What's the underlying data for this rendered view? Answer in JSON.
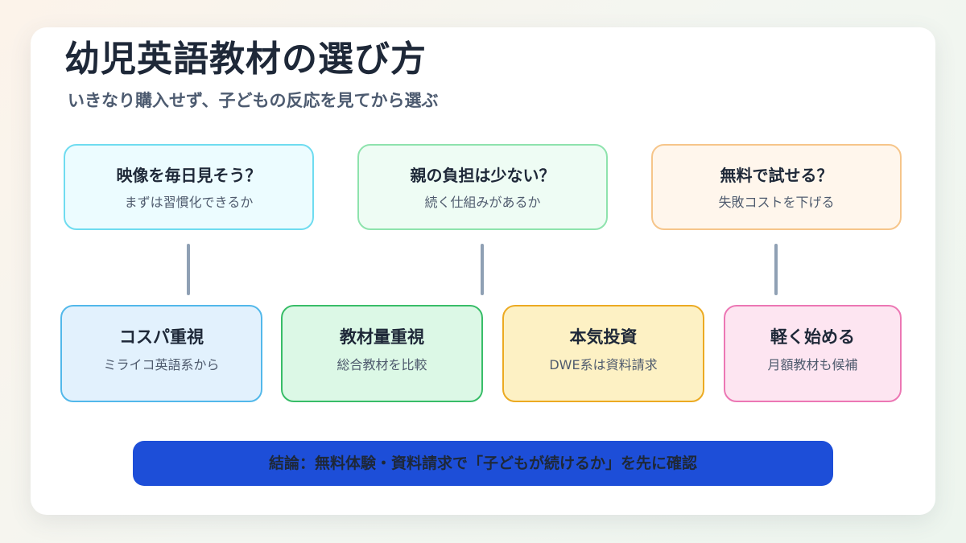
{
  "title": "幼児英語教材の選び方",
  "subtitle": "いきなり購入せず、子どもの反応を見てから選ぶ",
  "questions": [
    {
      "title": "映像を毎日見そう？",
      "sub": "まずは習慣化できるか"
    },
    {
      "title": "親の負担は少ない？",
      "sub": "続く仕組みがあるか"
    },
    {
      "title": "無料で試せる？",
      "sub": "失敗コストを下げる"
    }
  ],
  "options": [
    {
      "title": "コスパ重視",
      "sub": "ミライコ英語系から"
    },
    {
      "title": "教材量重視",
      "sub": "総合教材を比較"
    },
    {
      "title": "本気投資",
      "sub": "DWE系は資料請求"
    },
    {
      "title": "軽く始める",
      "sub": "月額教材も候補"
    }
  ],
  "conclusion": "結論：無料体験・資料請求で「子どもが続けるか」を先に確認",
  "colors": {
    "conclusion_bg": "#1d4ed8",
    "q1_border": "#6fdcf0",
    "q2_border": "#8ee3ad",
    "q3_border": "#f6c58a",
    "o1_border": "#52b8ea",
    "o2_border": "#38bd68",
    "o3_border": "#ecaa22",
    "o4_border": "#ec77b4"
  }
}
